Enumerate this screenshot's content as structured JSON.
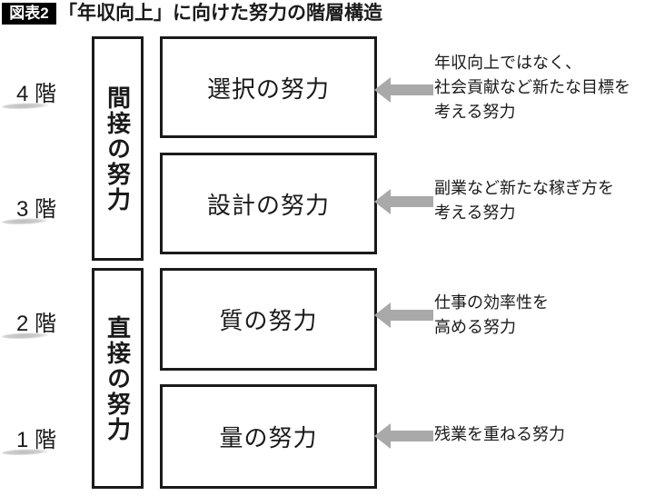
{
  "title": {
    "badge": "図表2",
    "text": "「年収向上」に向けた努力の階層構造"
  },
  "floors": [
    {
      "label": "4 階"
    },
    {
      "label": "3 階"
    },
    {
      "label": "2 階"
    },
    {
      "label": "1 階"
    }
  ],
  "groups": [
    {
      "label": "間接の努力"
    },
    {
      "label": "直接の努力"
    }
  ],
  "levels": [
    {
      "box": "選択の努力",
      "note": "年収向上ではなく、\n社会貢献など新たな目標を\n考える努力"
    },
    {
      "box": "設計の努力",
      "note": "副業など新たな稼ぎ方を\n考える努力"
    },
    {
      "box": "質の努力",
      "note": "仕事の効率性を\n高める努力"
    },
    {
      "box": "量の努力",
      "note": "残業を重ねる努力"
    }
  ],
  "colors": {
    "line": "#1a1a1a",
    "arrow": "#a9a9a9",
    "badge_bg": "#000000",
    "badge_fg": "#ffffff",
    "swoosh": "#bdbdbd"
  }
}
